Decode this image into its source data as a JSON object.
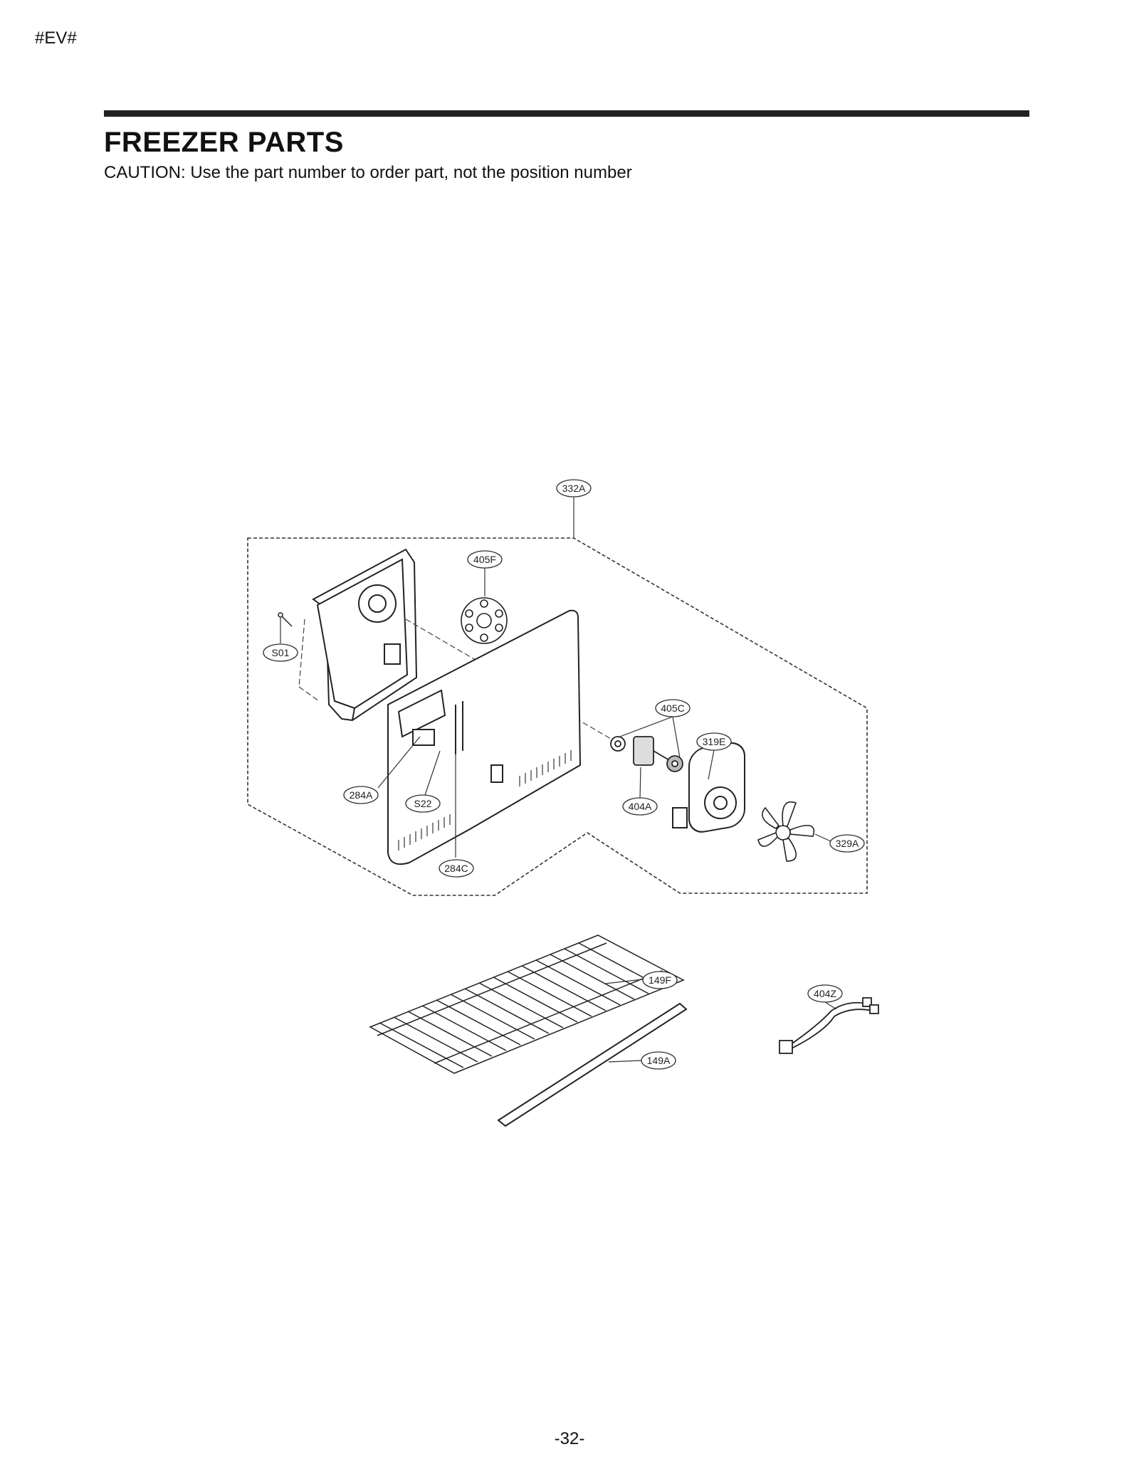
{
  "header": {
    "doc_code": "#EV#"
  },
  "section": {
    "title": "FREEZER PARTS",
    "caution": "CAUTION: Use the part number to order part, not the position number"
  },
  "callouts": {
    "332A": "332A",
    "405F": "405F",
    "S01": "S01",
    "405C": "405C",
    "319E": "319E",
    "284A": "284A",
    "S22": "S22",
    "404A": "404A",
    "329A": "329A",
    "284C": "284C",
    "149F": "149F",
    "404Z": "404Z",
    "149A": "149A"
  },
  "footer": {
    "page_number": "-32-"
  }
}
